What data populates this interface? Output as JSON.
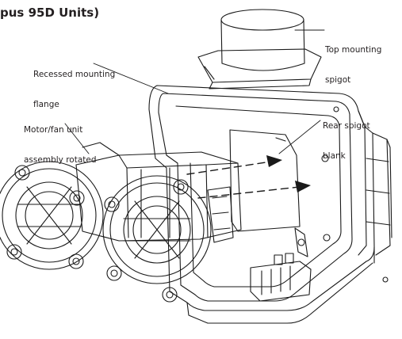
{
  "title": "pus 95D Units)",
  "labels": {
    "top_spigot": [
      "Top mounting",
      "spigot"
    ],
    "recessed_flange": [
      "Recessed mounting",
      "flange"
    ],
    "rear_spigot": [
      "Rear spigot",
      "blank"
    ],
    "motor_fan": [
      "Motor/fan unit",
      "assembly rotated"
    ]
  },
  "colors": {
    "line": "#1a1a1a",
    "text": "#231f20",
    "background": "#ffffff"
  }
}
